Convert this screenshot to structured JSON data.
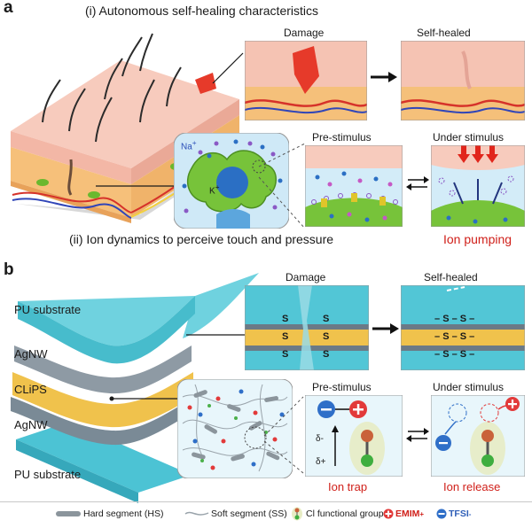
{
  "panel_a": {
    "letter": "a",
    "heading_top": "(i) Autonomous self-healing characteristics",
    "heading_bottom": "(ii) Ion dynamics to perceive touch and pressure",
    "damage": "Damage",
    "self_healed": "Self-healed",
    "pre_stimulus": "Pre-stimulus",
    "under_stimulus": "Under stimulus",
    "ion_pumping": "Ion pumping",
    "na": "Na",
    "k": "K",
    "plus": "+"
  },
  "panel_b": {
    "letter": "b",
    "layers": [
      "PU substrate",
      "AgNW",
      "CLiPS",
      "AgNW",
      "PU substrate"
    ],
    "damage": "Damage",
    "self_healed": "Self-healed",
    "pre_stimulus": "Pre-stimulus",
    "under_stimulus": "Under stimulus",
    "ion_trap": "Ion trap",
    "ion_release": "Ion release",
    "s": "S",
    "delta_minus": "δ-",
    "delta_plus": "δ+"
  },
  "legend": {
    "hard": "Hard segment (HS)",
    "soft": "Soft segment (SS)",
    "cl": "Cl functional group",
    "emim": "EMIM",
    "emim_sup": "+",
    "tfsi": "TFSI",
    "tfsi_sup": "-"
  },
  "colors": {
    "accent_red": "#d0201a",
    "skin": "#f2b9a8",
    "blue_substrate": "#4cc3d4",
    "gold": "#f0c24c"
  }
}
